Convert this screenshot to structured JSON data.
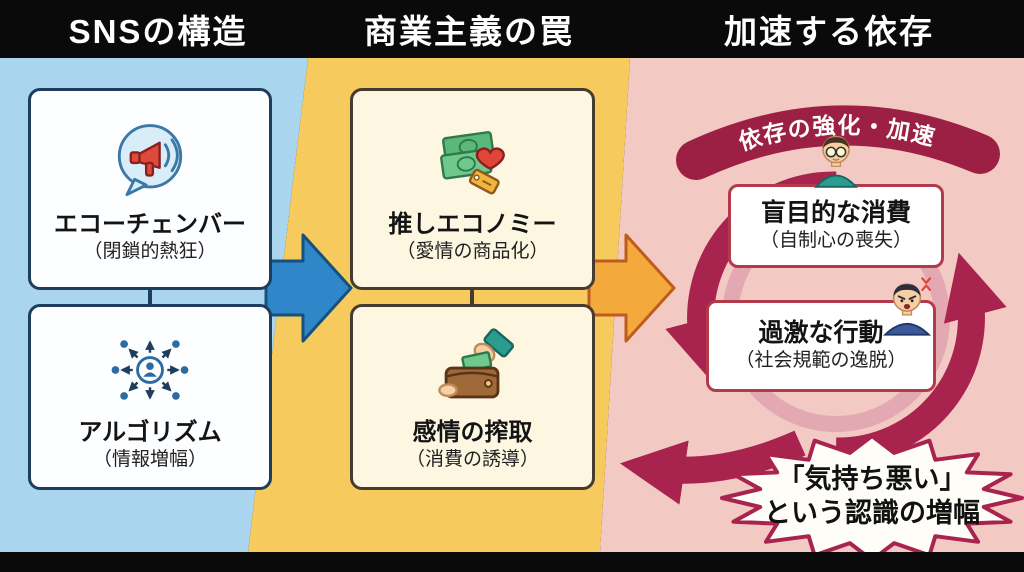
{
  "header": {
    "sections": [
      {
        "id": "sns",
        "title": "SNSの構造"
      },
      {
        "id": "commerce",
        "title": "商業主義の罠"
      },
      {
        "id": "dependency",
        "title": "加速する依存"
      }
    ]
  },
  "sns": {
    "cards": [
      {
        "icon": "megaphone-echo-icon",
        "title": "エコーチェンバー",
        "subtitle": "（閉鎖的熱狂）"
      },
      {
        "icon": "network-diffusion-icon",
        "title": "アルゴリズム",
        "subtitle": "（情報増幅）"
      }
    ]
  },
  "commerce": {
    "cards": [
      {
        "icon": "money-heart-tag-icon",
        "title": "推しエコノミー",
        "subtitle": "（愛情の商品化）"
      },
      {
        "icon": "wallet-hand-icon",
        "title": "感情の搾取",
        "subtitle": "（消費の誘導）"
      }
    ]
  },
  "dependency": {
    "banner": "依存の強化・加速",
    "cards": [
      {
        "icon": "person-glasses-icon",
        "title": "盲目的な消費",
        "subtitle": "（自制心の喪失）"
      },
      {
        "icon": "angry-person-icon",
        "title": "過激な行動",
        "subtitle": "（社会規範の逸脱）"
      }
    ],
    "burst": {
      "line1": "「気持ち悪い」",
      "line2": "という認識の増幅"
    }
  },
  "colors": {
    "header_bg": "#0a0a0a",
    "sns_bg": "#a9d6ee",
    "commerce_bg": "#f6ca5c",
    "dependency_bg": "#f3c9c4",
    "sns_accent": "#2f86c8",
    "commerce_accent": "#f3a93c",
    "dependency_accent": "#a8244e",
    "banner_bg": "#9c2044"
  }
}
